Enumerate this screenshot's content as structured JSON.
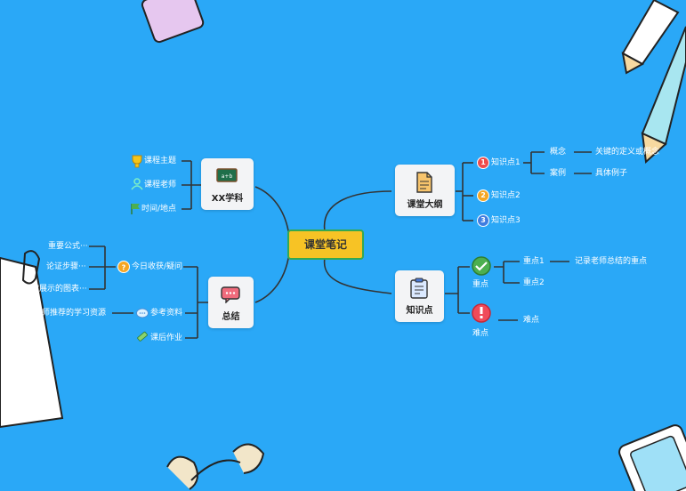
{
  "center": "课堂笔记",
  "left": {
    "subject": {
      "title": "XX学科",
      "icon": "blackboard-icon",
      "board_text": "a+b",
      "items": [
        "课程主题",
        "课程老师",
        "时间/地点"
      ]
    },
    "summary": {
      "title": "总结",
      "icon": "chat-bubble-icon",
      "items": [
        "今日收获/疑问",
        "参考资料",
        "课后作业"
      ],
      "sub_items": [
        "重要公式···",
        "论证步骤···",
        "课堂展示的图表···"
      ],
      "reference_item": "老师推荐的学习资源"
    }
  },
  "right": {
    "outline": {
      "title": "课堂大纲",
      "icon": "document-icon",
      "items": [
        "知识点1",
        "知识点2",
        "知识点3"
      ],
      "badges": [
        "1",
        "2",
        "3"
      ],
      "details": [
        "概念",
        "案例"
      ],
      "details_desc": [
        "关键的定义或概念",
        "具体例子"
      ]
    },
    "knowledge": {
      "title": "知识点",
      "icon": "clipboard-icon",
      "key": "重点",
      "difficult": "难点",
      "key_items": [
        "重点1",
        "重点2"
      ],
      "key_desc": "记录老师总结的重点",
      "difficult_item": "难点"
    }
  },
  "colors": {
    "background": "#2aa8f7",
    "center_fill": "#f7c325",
    "center_border": "#34a853",
    "line": "#333333",
    "badge1": "#ef4b4b",
    "badge2": "#f5a623",
    "badge3": "#3f7de0",
    "check": "#4caf50",
    "alert": "#f04b5a"
  }
}
